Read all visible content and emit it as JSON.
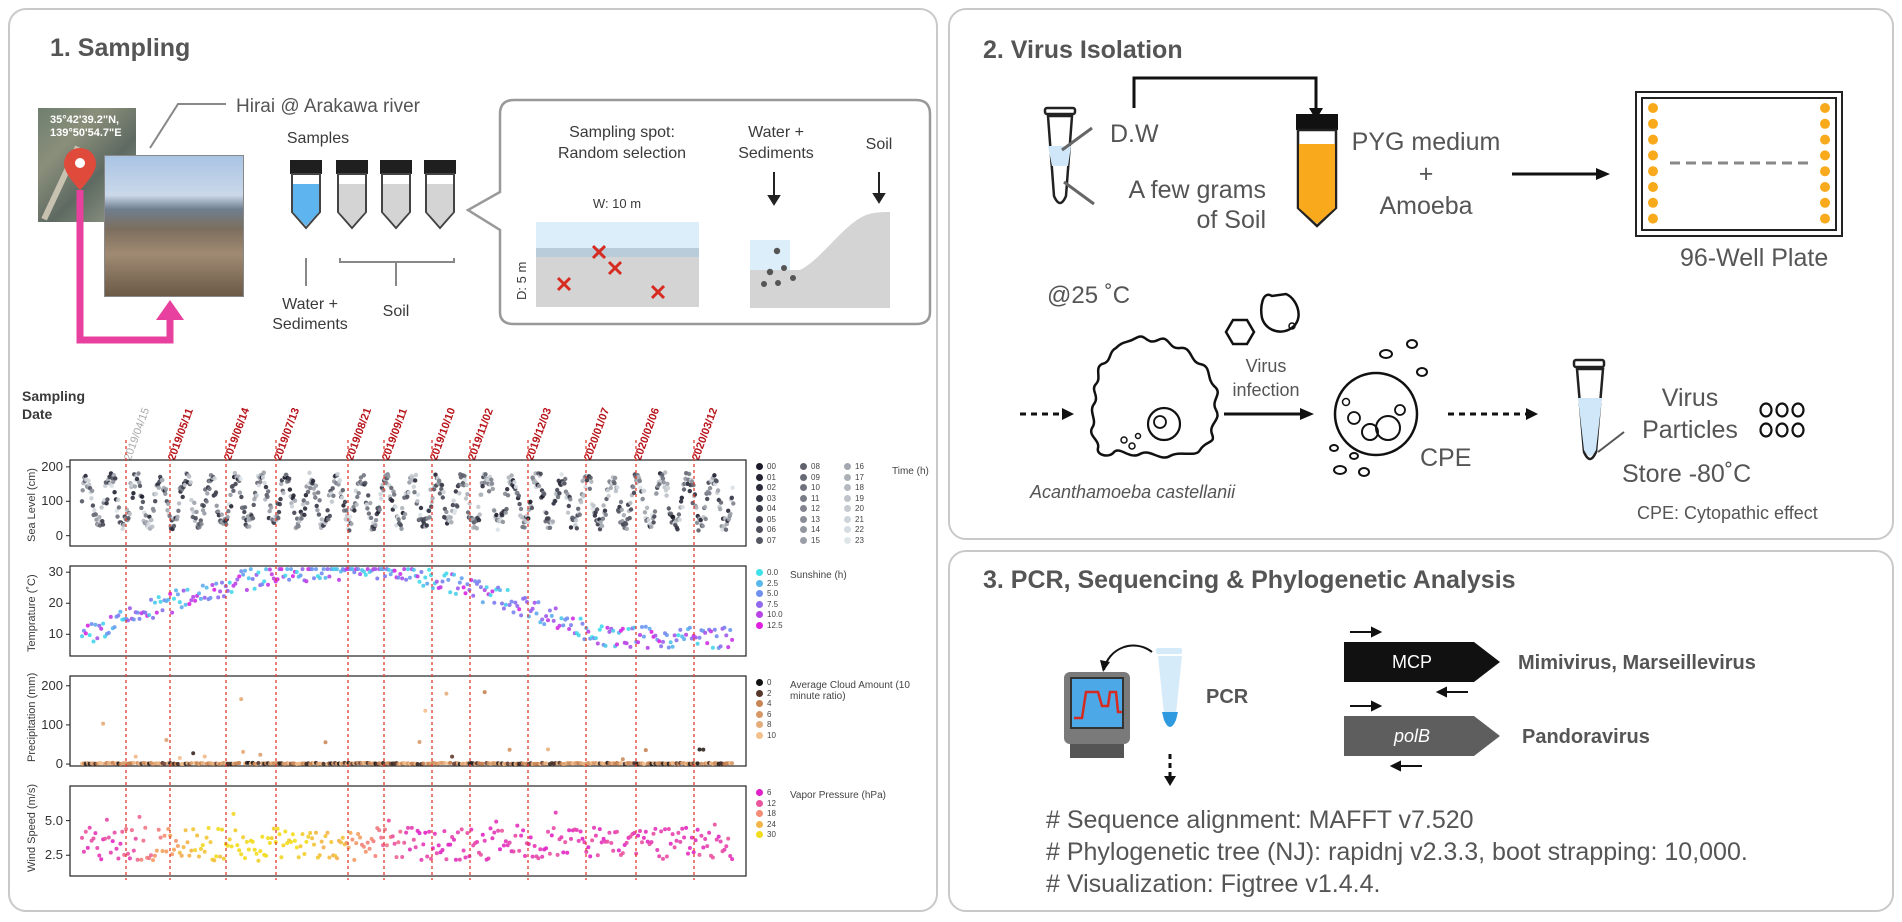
{
  "panels": {
    "sampling": {
      "title": "1. Sampling",
      "coords": [
        "35°42'39.2\"N,",
        "139°50'54.7\"E"
      ],
      "location": "Hirai @ Arakawa river",
      "samples": "Samples",
      "water_sediments": [
        "Water +",
        "Sediments"
      ],
      "soil": "Soil",
      "spot_title": [
        "Sampling spot:",
        "Random selection"
      ],
      "spot_width": "W: 10 m",
      "spot_depth": "D: 5 m",
      "callout_water": [
        "Water +",
        "Sediments"
      ],
      "callout_soil": "Soil"
    },
    "isolation": {
      "title": "2. Virus Isolation",
      "dw": "D.W",
      "few_grams": [
        "A few grams",
        "of Soil"
      ],
      "pyg": [
        "PYG medium",
        "+",
        "Amoeba"
      ],
      "plate": "96-Well Plate",
      "temp": "@25 ˚C",
      "virus_infection": [
        "Virus",
        "infection"
      ],
      "amoeba": "Acanthamoeba castellanii",
      "cpe": "CPE",
      "virus_particles": [
        "Virus",
        "Particles"
      ],
      "store": "Store -80˚C",
      "cpe_def": "CPE: Cytopathic effect"
    },
    "pcr": {
      "title": "3. PCR, Sequencing & Phylogenetic Analysis",
      "pcr": "PCR",
      "mcp": "MCP",
      "polb": "polB",
      "mimi": "Mimivirus, Marseillevirus",
      "pandora": "Pandoravirus",
      "steps": [
        "# Sequence alignment: MAFFT v7.520",
        "# Phylogenetic tree (NJ): rapidnj v2.3.3, boot strapping: 10,000.",
        "# Visualization: Figtree v1.4.4."
      ]
    }
  },
  "colors": {
    "pink": "#e8409e",
    "red": "#d62b20",
    "blue": "#7fc4f4",
    "orange": "#f9aa1c",
    "panel_border": "#c9c9c9"
  },
  "chart_data": {
    "type": "scatter",
    "sampling_label": [
      "Sampling",
      "Date"
    ],
    "sampling_dates": [
      "2019/04/15",
      "2019/05/11",
      "2019/06/14",
      "2019/07/13",
      "2019/08/21",
      "2019/09/11",
      "2019/10/10",
      "2019/11/02",
      "2019/12/03",
      "2020/01/07",
      "2020/02/06",
      "2020/03/12"
    ],
    "panels": [
      {
        "ylabel": "Sea Level (cm)",
        "yticks": [
          "200",
          "100",
          "0"
        ],
        "ylim": [
          -30,
          220
        ],
        "legend_title": "Time (h)",
        "legend": [
          "00",
          "01",
          "02",
          "03",
          "04",
          "05",
          "06",
          "07",
          "08",
          "09",
          "10",
          "11",
          "12",
          "13",
          "14",
          "15",
          "16",
          "17",
          "18",
          "19",
          "20",
          "21",
          "22",
          "23"
        ]
      },
      {
        "ylabel": "Temprature (˚C)",
        "yticks": [
          "30",
          "20",
          "10"
        ],
        "ylim": [
          3,
          32
        ],
        "legend_title": "Sunshine (h)",
        "legend": [
          "0.0",
          "2.5",
          "5.0",
          "7.5",
          "10.0",
          "12.5"
        ]
      },
      {
        "ylabel": "Precipitation (mm)",
        "yticks": [
          "200",
          "100",
          "0"
        ],
        "ylim": [
          -5,
          225
        ],
        "legend_title": "Average Cloud Amount (10 minute ratio)",
        "legend": [
          "0",
          "2",
          "4",
          "6",
          "8",
          "10"
        ]
      },
      {
        "ylabel": "Wind Speed (m/s)",
        "yticks": [
          "5.0",
          "2.5"
        ],
        "ylim": [
          1.0,
          7.5
        ],
        "legend_title": "Vapor Pressure (hPa)",
        "legend": [
          "6",
          "12",
          "18",
          "24",
          "30"
        ]
      }
    ]
  }
}
